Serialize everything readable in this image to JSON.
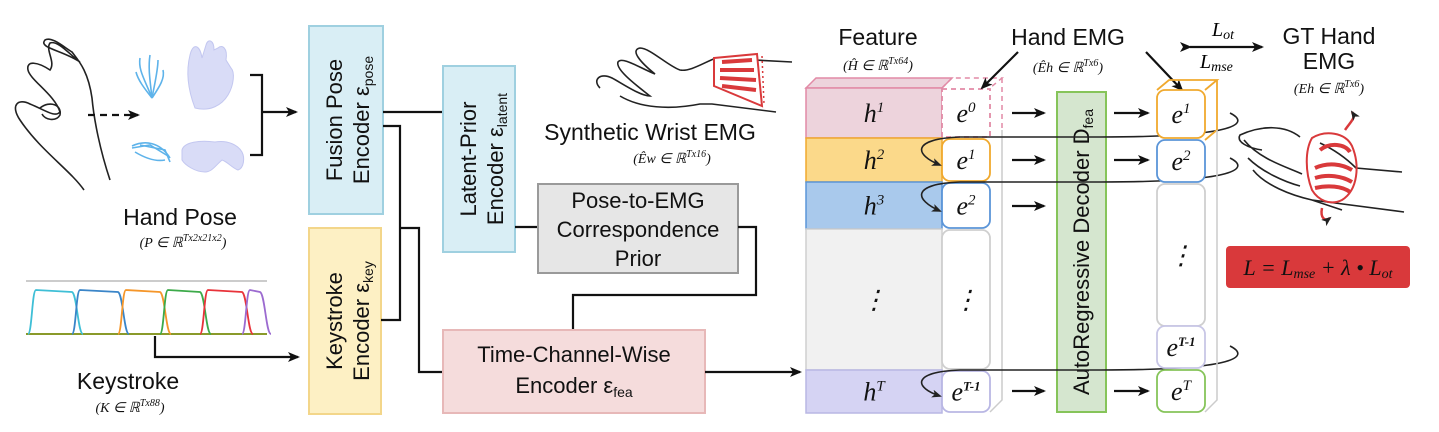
{
  "inputs": {
    "hand_pose": {
      "title": "Hand Pose",
      "notation": "(P ∈ ℝ",
      "notation_sup": "Tx2x21x2",
      "notation_close": ")"
    },
    "keystroke": {
      "title": "Keystroke",
      "notation": "(K ∈ ℝ",
      "notation_sup": "Tx88",
      "notation_close": ")"
    }
  },
  "encoders": {
    "fusion_pose": {
      "line1": "Fusion Pose",
      "line2": "Encoder ε",
      "sub": "pose",
      "color": "#d9eef5",
      "border": "#9fd0e0"
    },
    "keystroke": {
      "line1": "Keystroke",
      "line2": "Encoder ε",
      "sub": "key",
      "color": "#fdf0c4",
      "border": "#f3d68a"
    },
    "latent_prior": {
      "line1": "Latent-Prior",
      "line2": "Encoder ε",
      "sub": "latent",
      "color": "#d9eef5",
      "border": "#9fd0e0"
    },
    "correspondence": {
      "line1": "Pose-to-EMG",
      "line2": "Correspondence",
      "line3": "Prior",
      "color": "#e6e6e6",
      "border": "#9a9a9a"
    },
    "time_channel": {
      "line1": "Time-Channel-Wise",
      "line2": "Encoder ε",
      "sub": "fea",
      "color": "#f5dcdc",
      "border": "#e7b8b8"
    }
  },
  "synthetic_wrist": {
    "title": "Synthetic Wrist EMG",
    "notation": "(Êw ∈ ℝ",
    "notation_sup": "Tx16",
    "notation_close": ")"
  },
  "feature": {
    "title": "Feature",
    "notation": "(Ĥ ∈ ℝ",
    "notation_sup": "Tx64",
    "notation_close": ")",
    "rows": [
      {
        "h": "h",
        "h_sup": "1",
        "e": "e",
        "e_sup": "0",
        "color": "#edd3dc",
        "border": "#e28aa6"
      },
      {
        "h": "h",
        "h_sup": "2",
        "e": "e",
        "e_sup": "1",
        "color": "#fbd98a",
        "border": "#f0a92e"
      },
      {
        "h": "h",
        "h_sup": "3",
        "e": "e",
        "e_sup": "2",
        "color": "#a9c9ec",
        "border": "#5b95d8"
      },
      {
        "h": "⋮",
        "h_sup": "",
        "e": "⋮",
        "e_sup": "",
        "color": "#f1f1f1",
        "border": "#cfcfcf"
      },
      {
        "h": "h",
        "h_sup": "T",
        "e": "e",
        "e_sup": "T-1",
        "color": "#d5d3f3",
        "border": "#b9b7e4"
      }
    ]
  },
  "hand_emg": {
    "title": "Hand EMG",
    "notation": "(Êh ∈ ℝ",
    "notation_sup": "Tx6",
    "notation_close": ")"
  },
  "decoder": {
    "label": "AutoRegressive Decoder D",
    "sub": "fea",
    "color": "#d5e6cf",
    "border": "#86c45a"
  },
  "outputs": [
    {
      "e": "e",
      "e_sup": "1",
      "border": "#f0a92e"
    },
    {
      "e": "e",
      "e_sup": "2",
      "border": "#5b95d8"
    },
    {
      "e": "⋮",
      "e_sup": "",
      "border": "#cfcfcf"
    },
    {
      "e": "e",
      "e_sup": "T-1",
      "border": "#c8c6e6"
    },
    {
      "e": "e",
      "e_sup": "T",
      "border": "#86c45a"
    }
  ],
  "losses": {
    "top": "L",
    "top_sub": "ot",
    "bottom": "L",
    "bottom_sub": "mse"
  },
  "gt_hand_emg": {
    "line1": "GT Hand",
    "line2": "EMG",
    "notation": "(Eh ∈ ℝ",
    "notation_sup": "Tx6",
    "notation_close": ")"
  },
  "total_loss": {
    "text_L": "L = L",
    "mse": "mse",
    "plus": " + λ • L",
    "ot": "ot",
    "color": "#d9393b"
  },
  "keystroke_signal": {
    "colors": [
      "#3fbfd6",
      "#3a85c8",
      "#f5962a",
      "#3daa4a",
      "#e8333a",
      "#9c6bd0"
    ]
  }
}
